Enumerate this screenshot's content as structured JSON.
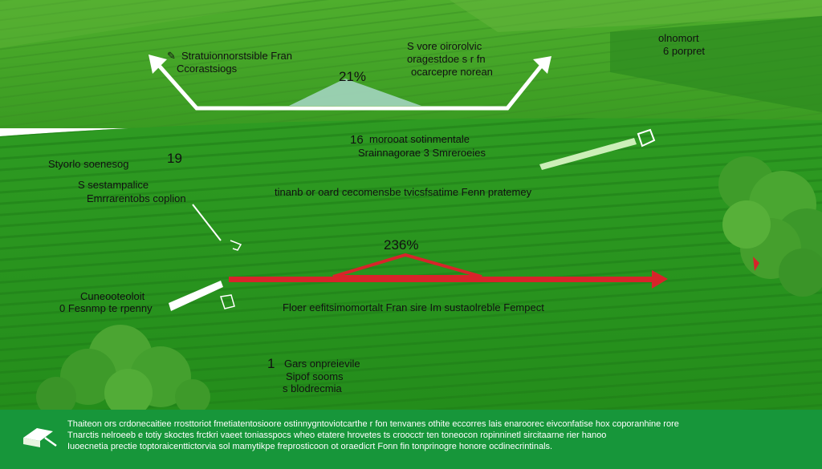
{
  "labels": {
    "top_left_1": "Stratuionnorstsible Fran",
    "top_left_2": "Ccorastsiogs",
    "top_mid_pct": "21%",
    "top_right_1": "S vore oirorolvic",
    "top_right_2": "oragestdoe s r fn",
    "top_right_3": "ocarcepre norean",
    "far_right_1": "olnomort",
    "far_right_2": "6 porpret",
    "center_num": "16",
    "center_1": "morooat sotinmentale",
    "center_2": "Srainnagorae 3 Smreroeies",
    "left_1": "Styorlo soenesog",
    "left_num": "19",
    "left_2": "S sestampalice",
    "left_3": "Emrrarentobs coplion",
    "mid_line": "tinanb or oard cecomensbe tvicsfsatime Fenn pratemey",
    "pct_236": "236%",
    "lower_left_1": "Cuneooteoloit",
    "lower_left_2": "0 Fesnmp te rpenny",
    "lower_mid": "Floer eefitsimomortalt Fran sire Im sustaolreble Fempect",
    "bottom_num": "1",
    "bottom_1": "Gars onpreievile",
    "bottom_2": "Sipof sooms",
    "bottom_3": "s blodrecmia"
  },
  "footer": {
    "line1": "Thaiteon ors crdonecaitiee rrosttoriot fmetiatentosioore ostinnygntoviotcarthe r fon tenvanes othite eccorres lais enaroorec eivconfatise hox coporanhine rore",
    "line2": "Tnarctis nelroeeb e totiy skoctes frctkri vaeet toniasspocs wheo etatere hrovetes ts croocctr ten toneocon ropinninetl sircitaarne rier hanoo",
    "line3": "Iuoecnetia prectie toptoraicenttictorvia sol mamytikpe freprosticoon ot oraedicrt Fonn fin tonprinogre honore ocdinecrintinals."
  },
  "icons": [
    "logo-icon",
    "arrow-icon",
    "tree-icon"
  ],
  "colors": {
    "field_green": "#2f9a25",
    "arrow_white": "#ffffff",
    "arrow_red": "#d8242a",
    "footer_green": "#17963a"
  }
}
